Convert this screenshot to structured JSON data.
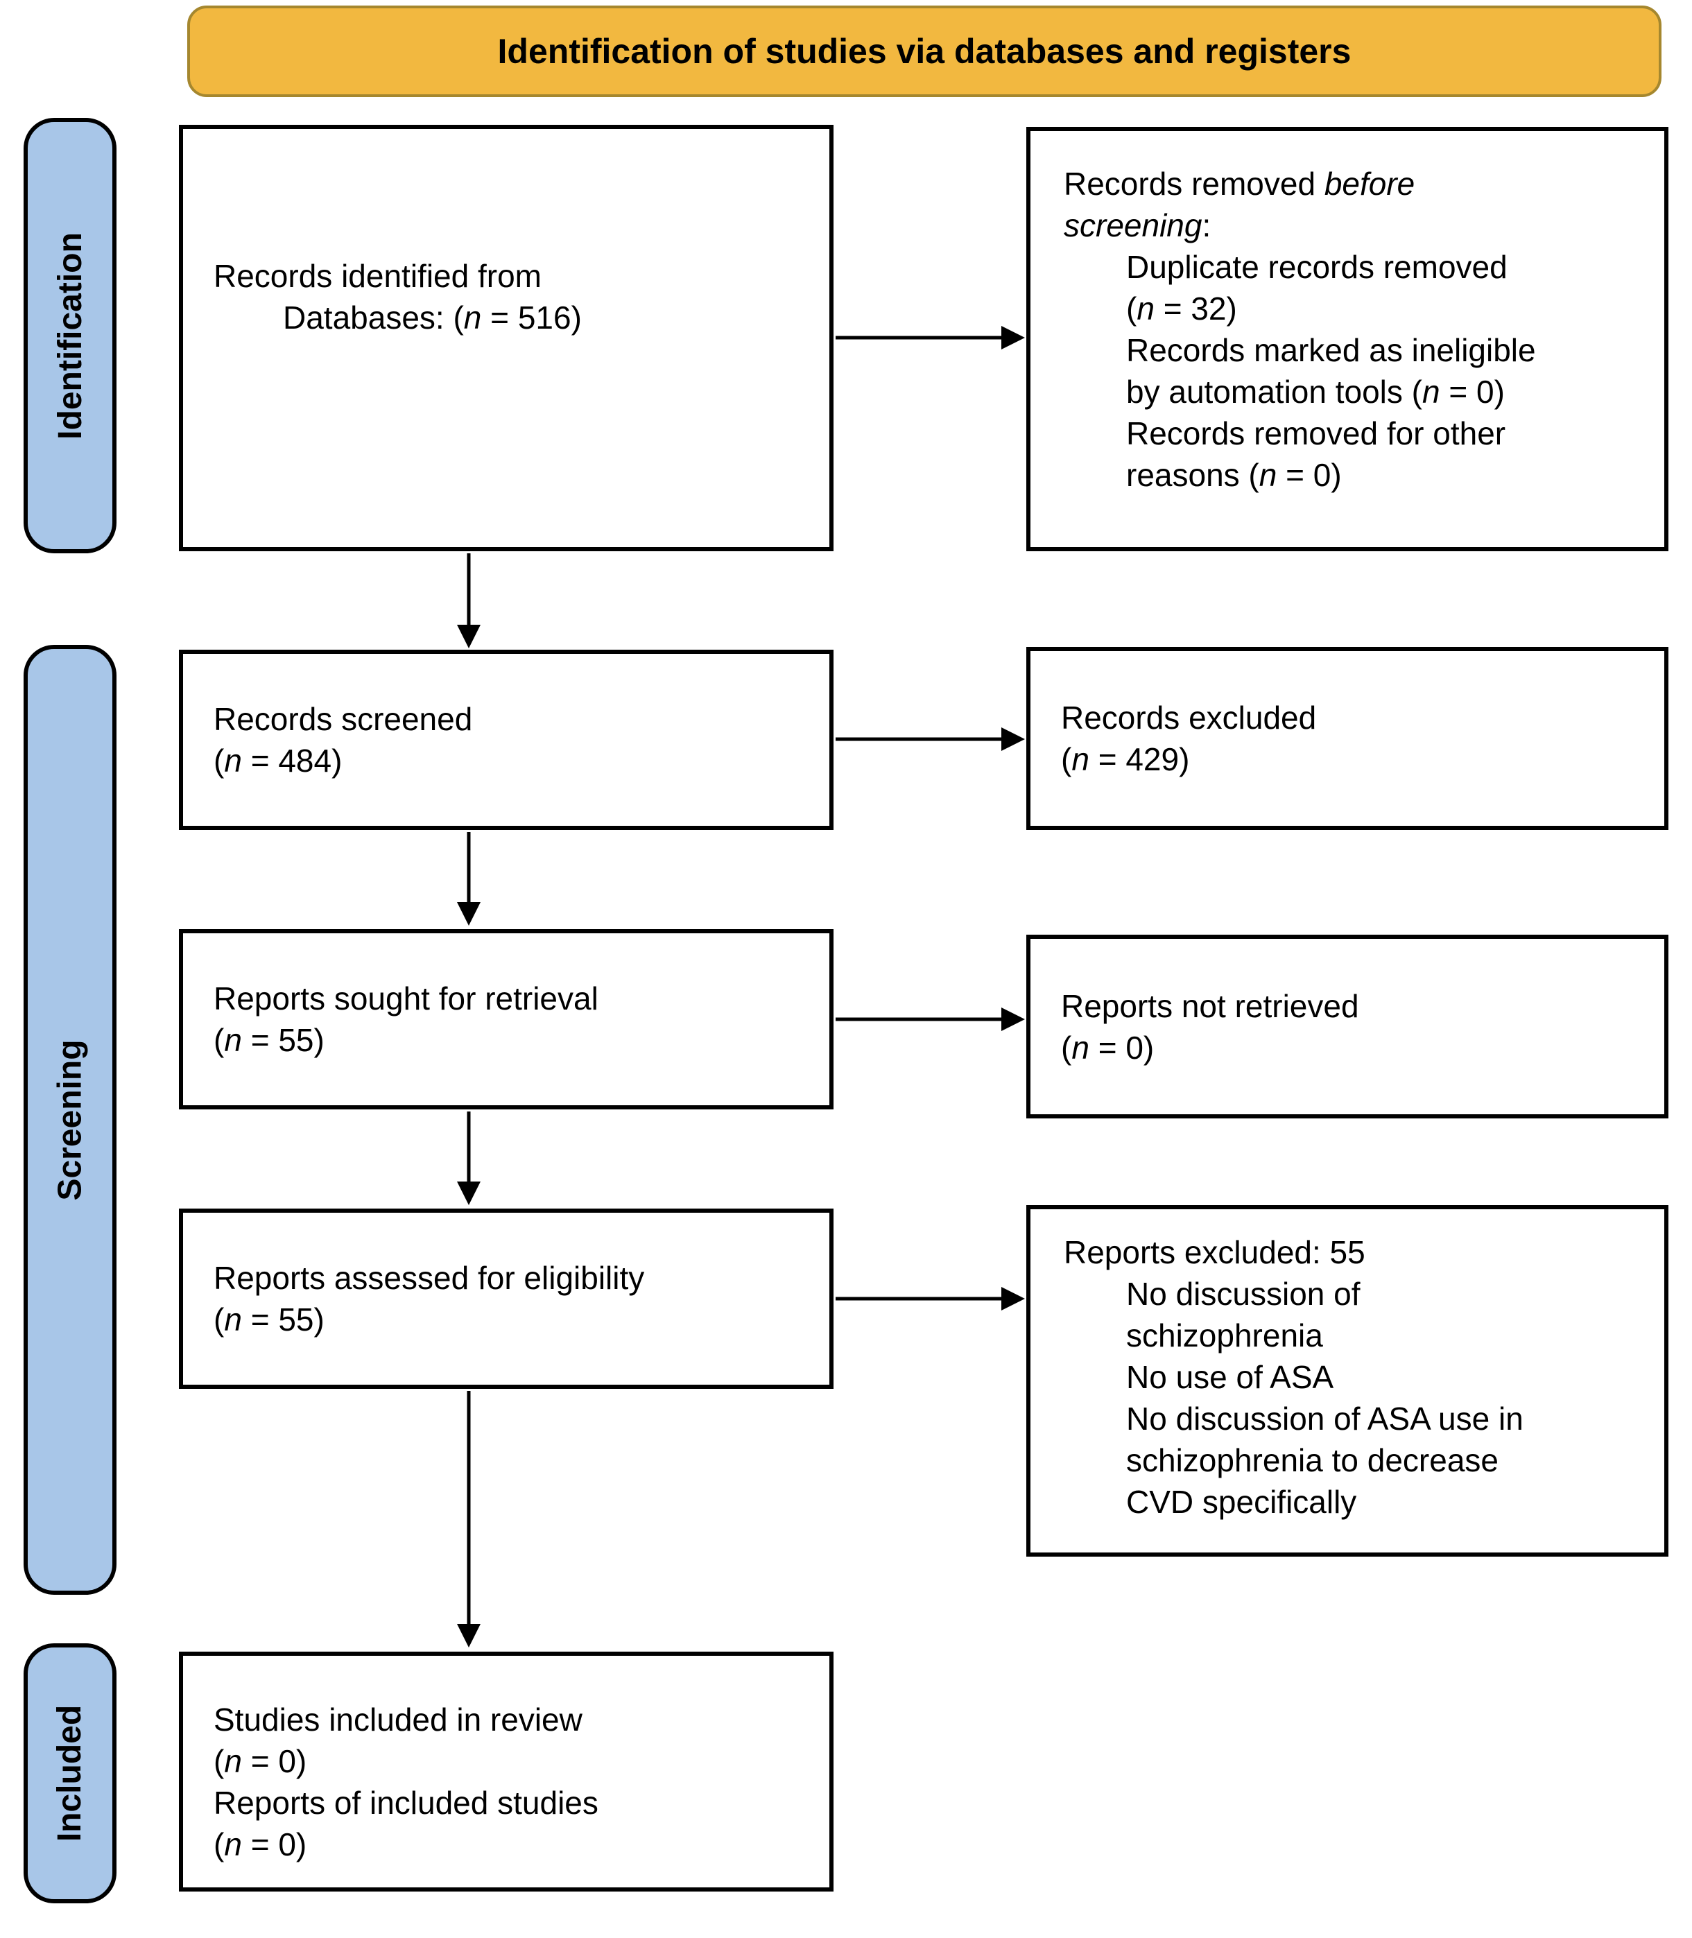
{
  "banner": {
    "title": "Identification of studies via databases and registers"
  },
  "stages": {
    "identification": "Identification",
    "screening": "Screening",
    "included": "Included"
  },
  "boxes": {
    "records_identified": {
      "line1": "Records identified from",
      "line2": "Databases: (*n* = 516)"
    },
    "records_removed": {
      "line1": "Records removed *before*",
      "line2": "*screening*:",
      "item1a": "Duplicate records removed",
      "item1b": "(*n* = 32)",
      "item2a": "Records marked as ineligible",
      "item2b": "by automation tools (*n* = 0)",
      "item3a": "Records removed for other",
      "item3b": "reasons (*n* = 0)"
    },
    "records_screened": {
      "line1": "Records screened",
      "line2": "(*n* = 484)"
    },
    "records_excluded": {
      "line1": "Records excluded",
      "line2": "(*n* = 429)"
    },
    "reports_sought": {
      "line1": "Reports sought for retrieval",
      "line2": "(*n* = 55)"
    },
    "reports_not_retrieved": {
      "line1": "Reports not retrieved",
      "line2": "(*n* = 0)"
    },
    "reports_assessed": {
      "line1": "Reports assessed for eligibility",
      "line2": "(*n* = 55)"
    },
    "reports_excluded": {
      "line1": "Reports excluded: 55",
      "item1a": "No discussion of",
      "item1b": "schizophrenia",
      "item2": "No use of ASA",
      "item3a": "No discussion of ASA use in",
      "item3b": "schizophrenia to decrease",
      "item3c": "CVD specifically"
    },
    "studies_included": {
      "line1": "Studies included in review",
      "line2": "(*n* = 0)",
      "line3": "Reports of included studies",
      "line4": "(*n* = 0)"
    }
  },
  "colors": {
    "banner_fill": "#F2B840",
    "banner_border": "#A5872E",
    "stage_fill": "#A8C6E8",
    "box_border": "#000000",
    "arrow": "#000000"
  }
}
